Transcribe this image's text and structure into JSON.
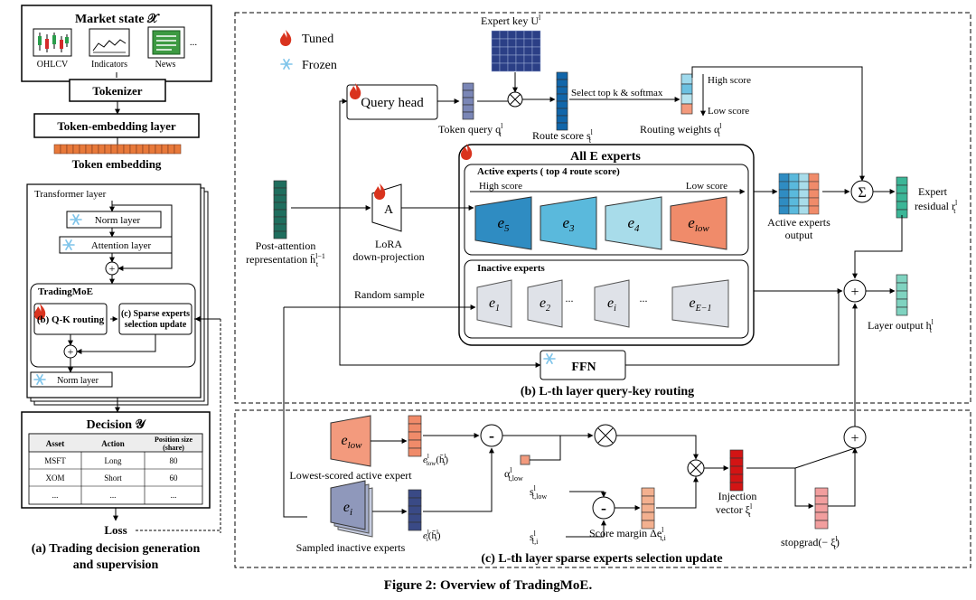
{
  "caption": "Figure 2: Overview of TradingMoE.",
  "colors": {
    "tuned": "#d9331e",
    "frozen": "#7ec4ea",
    "route": "#1166aa",
    "expert_key": "#2b3f86",
    "lora": "#1f6e5e",
    "salmon": "#f39a7d",
    "dark_red": "#d31414",
    "teal_output": "#4fc3a8"
  },
  "left": {
    "market_state": "Market state 𝒳",
    "inputs": {
      "ohlcv": "OHLCV",
      "indicators": "Indicators",
      "news": "News",
      "ellipsis": "..."
    },
    "tokenizer": "Tokenizer",
    "token_embedding_layer": "Token-embedding layer",
    "token_embedding": "Token embedding",
    "transformer_layer": "Transformer layer",
    "norm_layer_1": "Norm layer",
    "attention_layer": "Attention layer",
    "tradingmoe": "TradingMoE",
    "qk_routing": "(b) Q-K routing",
    "sparse_update_line1": "(c) Sparse experts",
    "sparse_update_line2": "selection update",
    "norm_layer_2": "Norm layer",
    "decision_title": "Decision 𝒴",
    "table": {
      "headers": [
        "Asset",
        "Action",
        "Position size (share)"
      ],
      "rows": [
        [
          "MSFT",
          "Long",
          "80"
        ],
        [
          "XOM",
          "Short",
          "60"
        ],
        [
          "...",
          "...",
          "..."
        ]
      ]
    },
    "loss": "Loss",
    "subcaption_line1": "(a) Trading decision generation",
    "subcaption_line2": "and supervision"
  },
  "routing": {
    "legend_tuned": "Tuned",
    "legend_frozen": "Frozen",
    "expert_key": "Expert key U",
    "expert_key_sup": "l",
    "query_head": "Query head",
    "token_query": "Token query q",
    "token_query_sub": "t",
    "token_query_sup": "l",
    "topk": "Select top k & softmax",
    "route_score": "Route score s",
    "route_score_sub": "t",
    "route_score_sup": "l",
    "high_score": "High score",
    "low_score": "Low score",
    "routing_weights": "Routing weights α",
    "routing_weights_sub": "t",
    "routing_weights_sup": "l",
    "all_experts": "All E experts",
    "active_experts": "Active experts ( top 4 route score)",
    "active_high": "High score",
    "active_low": "Low score",
    "active_labels": [
      "e",
      "e",
      "e",
      "e"
    ],
    "active_subs": [
      "5",
      "3",
      "4",
      "low"
    ],
    "inactive_experts": "Inactive experts",
    "inactive_labels": [
      "e",
      "e",
      "...",
      "e",
      "...",
      "e"
    ],
    "inactive_subs": [
      "1",
      "2",
      "",
      "i",
      "",
      "E−1"
    ],
    "random_sample": "Random sample",
    "post_attention_line1": "Post-attention",
    "post_attention_line2": "representation h̄",
    "post_attention_sub": "t",
    "post_attention_sup": "l−1",
    "lora_letter": "A",
    "lora_line1": "LoRA",
    "lora_line2": "down-projection",
    "active_output_line1": "Active experts",
    "active_output_line2": "output",
    "sigma": "Σ",
    "expert_residual_line1": "Expert",
    "expert_residual_line2": "residual r",
    "expert_residual_sub": "t",
    "expert_residual_sup": "l",
    "layer_output": "Layer output h",
    "layer_output_sub": "t",
    "layer_output_sup": "l",
    "ffn": "FFN",
    "panel_caption": "(b) L-th layer query-key routing"
  },
  "update": {
    "lowest_expert_label": "e",
    "lowest_expert_sub": "low",
    "lowest_expert_caption": "Lowest-scored active expert",
    "e_low_output": "e",
    "e_low_output_sub": "low",
    "e_low_output_sup": "l",
    "e_low_output_arg": "(h̄",
    "e_low_output_arg_sub": "t",
    "e_low_output_arg_sup": "l",
    "e_low_output_close": ")",
    "sampled_expert_label": "e",
    "sampled_expert_sub": "i",
    "sampled_expert_caption": "Sampled inactive experts",
    "e_i_output": "e",
    "e_i_output_sub": "i",
    "e_i_output_sup": "l",
    "e_i_output_arg": "(h̄",
    "e_i_output_arg_sub": "t",
    "e_i_output_arg_sup": "l",
    "e_i_output_close": ")",
    "alpha_low": "α",
    "alpha_low_sub": "t,low",
    "alpha_low_sup": "l",
    "s_low": "s",
    "s_low_sub": "t,low",
    "s_low_sup": "l",
    "s_i": "s",
    "s_i_sub": "t,i",
    "s_i_sup": "l",
    "score_margin": "Score margin Δe",
    "score_margin_sub": "t,i",
    "score_margin_sup": "l",
    "injection_line1": "Injection",
    "injection_line2": "vector ξ",
    "injection_sub": "t",
    "injection_sup": "l",
    "stopgrad": "stopgrad(− ξ",
    "stopgrad_sub": "t",
    "stopgrad_sup": "l",
    "stopgrad_close": ")",
    "minus": "-",
    "panel_caption": "(c) L-th layer sparse experts selection update"
  }
}
